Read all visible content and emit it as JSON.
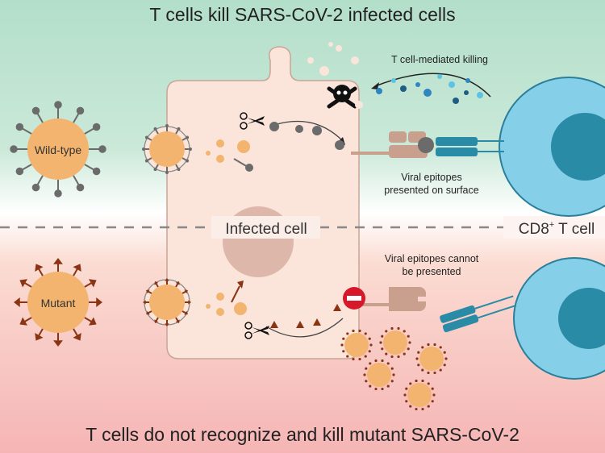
{
  "title_top": "T cells kill SARS-CoV-2 infected cells",
  "title_bottom": "T cells do not recognize and kill mutant SARS-CoV-2",
  "labels": {
    "wild_type": "Wild-type",
    "mutant": "Mutant",
    "infected_cell": "Infected cell",
    "cd8_t_cell": "CD8",
    "cd8_sup": "+",
    "cd8_suffix": " T cell",
    "killing": "T cell-mediated killing",
    "presented_1": "Viral epitopes",
    "presented_2": "presented on surface",
    "not_presented_1": "Viral epitopes cannot",
    "not_presented_2": "be presented"
  },
  "colors": {
    "top_bg": "#b3dfca",
    "bottom_bg": "#f5b5b5",
    "cell": "#fbe4da",
    "virus": "#f2b46e",
    "spike_wild": "#6b6b6b",
    "spike_mutant": "#8a3414",
    "t_cell": "#86cfe8",
    "t_nucleus": "#2a8ba6",
    "block": "#d7182a"
  }
}
